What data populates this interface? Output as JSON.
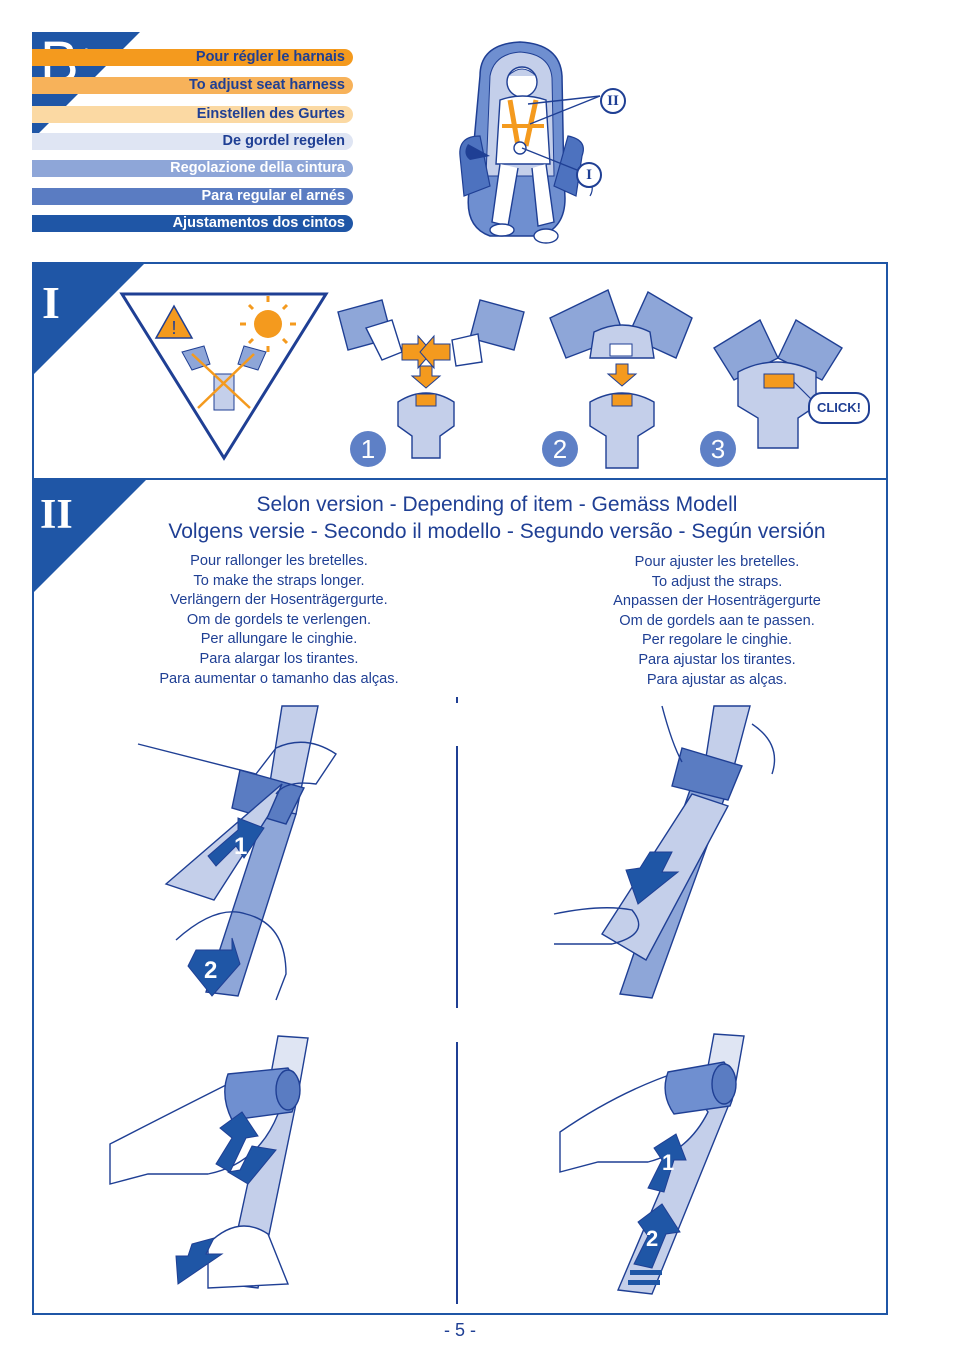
{
  "header": {
    "section_letter": "B",
    "section_superscript": "1",
    "languages": [
      {
        "label": "Pour régler le harnais",
        "bg": "#f49a1e",
        "fg": "#1f3f94"
      },
      {
        "label": "To adjust seat harness",
        "bg": "#f7b25a",
        "fg": "#1f3f94"
      },
      {
        "label": "Einstellen des Gurtes",
        "bg": "#fbd9a3",
        "fg": "#1f3f94"
      },
      {
        "label": "De gordel regelen",
        "bg": "#dfe5f3",
        "fg": "#1f3f94"
      },
      {
        "label": "Regolazione della cintura",
        "bg": "#8ea6d8",
        "fg": "#ffffff"
      },
      {
        "label": "Para regular el arnés",
        "bg": "#5a7cc2",
        "fg": "#ffffff"
      },
      {
        "label": "Ajustamentos dos cintos",
        "bg": "#1f56a6",
        "fg": "#ffffff"
      }
    ],
    "seat_callouts": [
      "II",
      "I"
    ]
  },
  "section_one": {
    "roman": "I",
    "click_label": "CLICK!",
    "steps": [
      "1",
      "2",
      "3"
    ]
  },
  "section_two": {
    "roman": "II",
    "title_line_1": "Selon version - Depending of item - Gemäss Modell",
    "title_line_2": "Volgens versie - Secondo il modello - Segundo versão - Según versión",
    "lengthen": [
      "Pour rallonger les bretelles.",
      "To make the straps longer.",
      "Verlängern der Hosenträgergurte.",
      "Om de gordels te verlengen.",
      "Per allungare le cinghie.",
      "Para alargar los tirantes.",
      "Para aumentar o tamanho das alças."
    ],
    "adjust": [
      "Pour ajuster les bretelles.",
      "To adjust the straps.",
      "Anpassen der Hosenträgergurte",
      "Om de gordels aan te passen.",
      "Per regolare le cinghie.",
      "Para ajustar los tirantes.",
      "Para ajustar as alças."
    ],
    "arrow_labels": {
      "left_top_1": "1",
      "left_top_2": "2",
      "right_bottom_1": "1",
      "right_bottom_2": "2"
    }
  },
  "footer": {
    "page_number": "- 5 -"
  },
  "colors": {
    "brand_blue": "#1f56a6",
    "text_blue": "#1f3f94",
    "light_blue": "#c4cfea",
    "orange": "#f49a1e"
  }
}
